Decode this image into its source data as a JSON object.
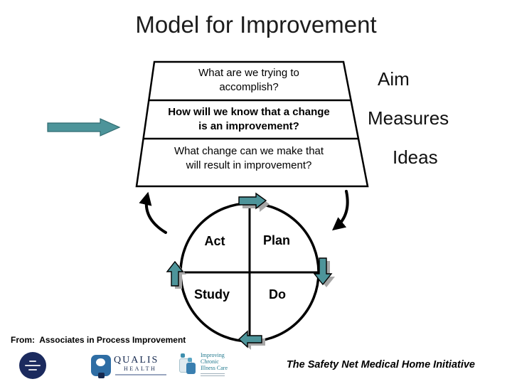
{
  "title": "Model for Improvement",
  "funnel": {
    "row1": "What are we trying to\naccomplish?",
    "row2": "How will we know that a change\nis an improvement?",
    "row3": "What change can we make that\nwill result in improvement?"
  },
  "side_labels": {
    "aim": "Aim",
    "measures": "Measures",
    "ideas": "Ideas"
  },
  "cycle": {
    "act": "Act",
    "plan": "Plan",
    "study": "Study",
    "do": "Do"
  },
  "attribution": "From:  Associates in Process Improvement",
  "initiative": "The Safety Net Medical Home Initiative",
  "logos": {
    "qualis": {
      "name": "QUALIS",
      "subname": "HEALTH"
    },
    "icic": {
      "name": "Improving\nChronic\nIllness Care"
    }
  },
  "colors": {
    "arrow_teal": "#4D949A",
    "arrow_shadow": "#A6A6A6",
    "ink": "#000000",
    "commonwealth_navy": "#1B2A5E",
    "qualis_blue": "#2E6DA4",
    "icic_teal": "#22798E"
  }
}
